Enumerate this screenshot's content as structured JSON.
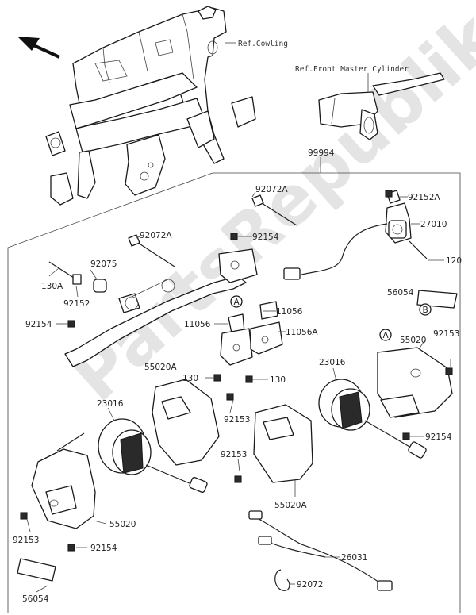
{
  "watermark": "PartsRepublik",
  "reference_labels": {
    "cowling": "Ref.Cowling",
    "front_master_cylinder": "Ref.Front Master Cylinder"
  },
  "assembly_number": "99994",
  "callouts": {
    "c92072A_top": "92072A",
    "c92152A": "92152A",
    "c27010": "27010",
    "c120": "120",
    "c92072A_left": "92072A",
    "c92154_top": "92154",
    "c130A": "130A",
    "c92075": "92075",
    "c92152": "92152",
    "c56054_right": "56054",
    "c11056_a": "11056",
    "c11056_b": "11056",
    "c11056A": "11056A",
    "c92154_left": "92154",
    "c55020_right": "55020",
    "c92153_right": "92153",
    "c55020A_top": "55020A",
    "c23016_right": "23016",
    "c130_left": "130",
    "c130_right": "130",
    "c23016_left": "23016",
    "c92153_mid": "92153",
    "c92154_right": "92154",
    "c92153_center": "92153",
    "c55020A_bottom": "55020A",
    "c55020_left": "55020",
    "c92153_left": "92153",
    "c92154_bottom": "92154",
    "c26031": "26031",
    "c92072": "92072",
    "c56054_left": "56054"
  },
  "connection_markers": {
    "A": "A",
    "B": "B"
  },
  "icons": {
    "direction": "front-direction-arrow-icon"
  }
}
